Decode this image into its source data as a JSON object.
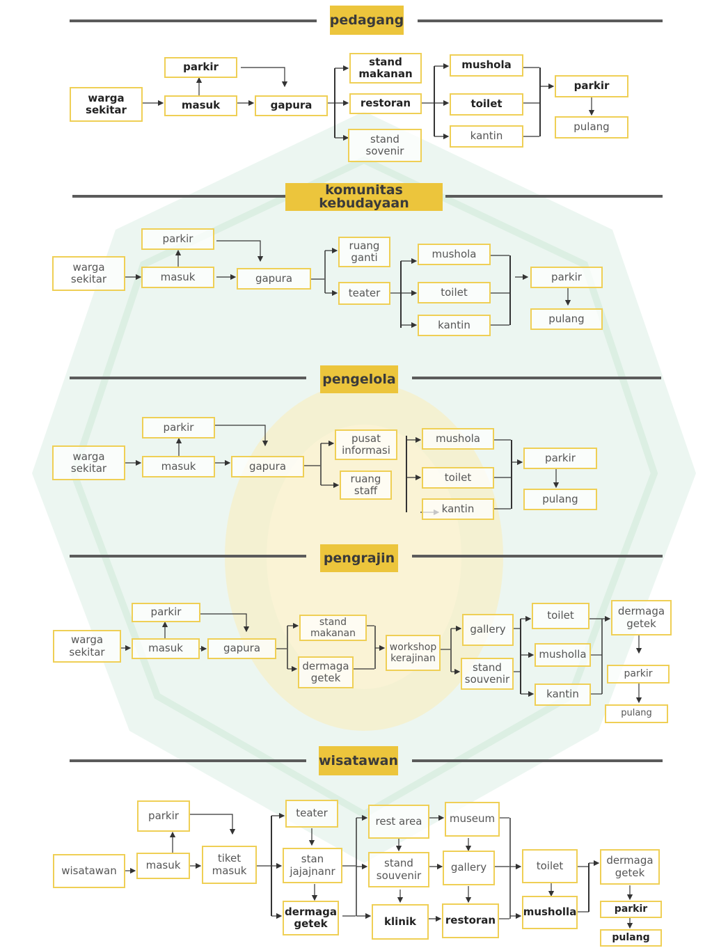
{
  "sections": {
    "pedagang": {
      "title": "pedagang",
      "warga": "warga\nsekitar",
      "parkir_in": "parkir",
      "masuk": "masuk",
      "gapura": "gapura",
      "stand_makanan": "stand\nmakanan",
      "restoran": "restoran",
      "stand_sovenir": "stand\nsovenir",
      "mushola": "mushola",
      "toilet": "toilet",
      "kantin": "kantin",
      "parkir_out": "parkir",
      "pulang": "pulang"
    },
    "komunitas": {
      "title": "komunitas kebudayaan",
      "warga": "warga\nsekitar",
      "parkir_in": "parkir",
      "masuk": "masuk",
      "gapura": "gapura",
      "ruang_ganti": "ruang\nganti",
      "teater": "teater",
      "mushola": "mushola",
      "toilet": "toilet",
      "kantin": "kantin",
      "parkir_out": "parkir",
      "pulang": "pulang"
    },
    "pengelola": {
      "title": "pengelola",
      "warga": "warga\nsekitar",
      "parkir_in": "parkir",
      "masuk": "masuk",
      "gapura": "gapura",
      "pusat_informasi": "pusat\ninformasi",
      "ruang_staff": "ruang\nstaff",
      "mushola": "mushola",
      "toilet": "toilet",
      "kantin": "kantin",
      "parkir_out": "parkir",
      "pulang": "pulang"
    },
    "pengrajin": {
      "title": "pengrajin",
      "warga": "warga\nsekitar",
      "parkir_in": "parkir",
      "masuk": "masuk",
      "gapura": "gapura",
      "stand_makanan": "stand\nmakanan",
      "dermaga_getek_in": "dermaga\ngetek",
      "workshop": "workshop\nkerajinan",
      "gallery": "gallery",
      "stand_souvenir": "stand\nsouvenir",
      "toilet": "toilet",
      "musholla": "musholla",
      "kantin": "kantin",
      "dermaga_getek_out": "dermaga\ngetek",
      "parkir_out": "parkir",
      "pulang": "pulang"
    },
    "wisatawan": {
      "title": "wisatawan",
      "wisatawan": "wisatawan",
      "parkir_in": "parkir",
      "masuk": "masuk",
      "tiket_masuk": "tiket\nmasuk",
      "teater": "teater",
      "stan_jajanan": "stan\njajajnanr",
      "dermaga_getek_in": "dermaga\ngetek",
      "rest_area": "rest area",
      "stand_souvenir": "stand\nsouvenir",
      "klinik": "klinik",
      "museum": "museum",
      "gallery": "gallery",
      "restoran": "restoran",
      "toilet": "toilet",
      "musholla": "musholla",
      "dermaga_getek_out": "dermaga\ngetek",
      "parkir_out": "parkir",
      "pulang": "pulang"
    }
  },
  "colors": {
    "box_border": "#efcf55",
    "title_fill": "#ecc53c",
    "rule": "#5b5b5b",
    "watermark_green": "#e9f5ee",
    "watermark_gold": "#f8efc4"
  }
}
